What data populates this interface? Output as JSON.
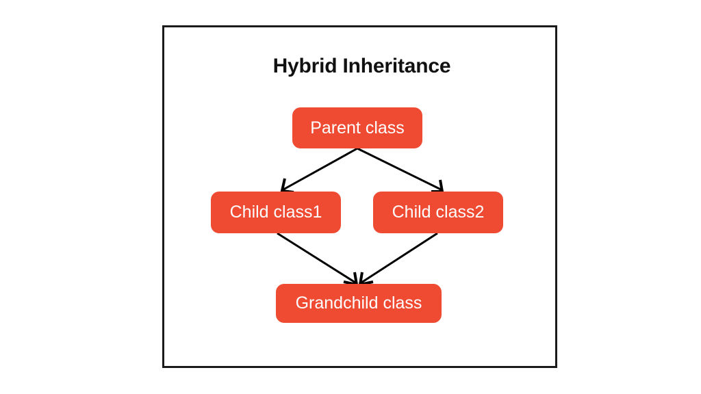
{
  "diagram": {
    "title": "Hybrid Inheritance",
    "frame": {
      "border_color": "#1a1a1a"
    },
    "palette": {
      "node_fill": "#ef4b33",
      "node_text": "#ffffff",
      "title_text": "#111111",
      "edge_stroke": "#000000",
      "background": "#ffffff"
    },
    "nodes": [
      {
        "id": "parent",
        "label": "Parent class"
      },
      {
        "id": "child1",
        "label": "Child class1"
      },
      {
        "id": "child2",
        "label": "Child class2"
      },
      {
        "id": "grandchild",
        "label": "Grandchild class"
      }
    ],
    "edges": [
      {
        "from": "parent",
        "to": "child1",
        "arrow": "arrowhead-icon"
      },
      {
        "from": "parent",
        "to": "child2",
        "arrow": "arrowhead-icon"
      },
      {
        "from": "child1",
        "to": "grandchild",
        "arrow": "arrowhead-icon"
      },
      {
        "from": "child2",
        "to": "grandchild",
        "arrow": "arrowhead-icon"
      }
    ]
  }
}
